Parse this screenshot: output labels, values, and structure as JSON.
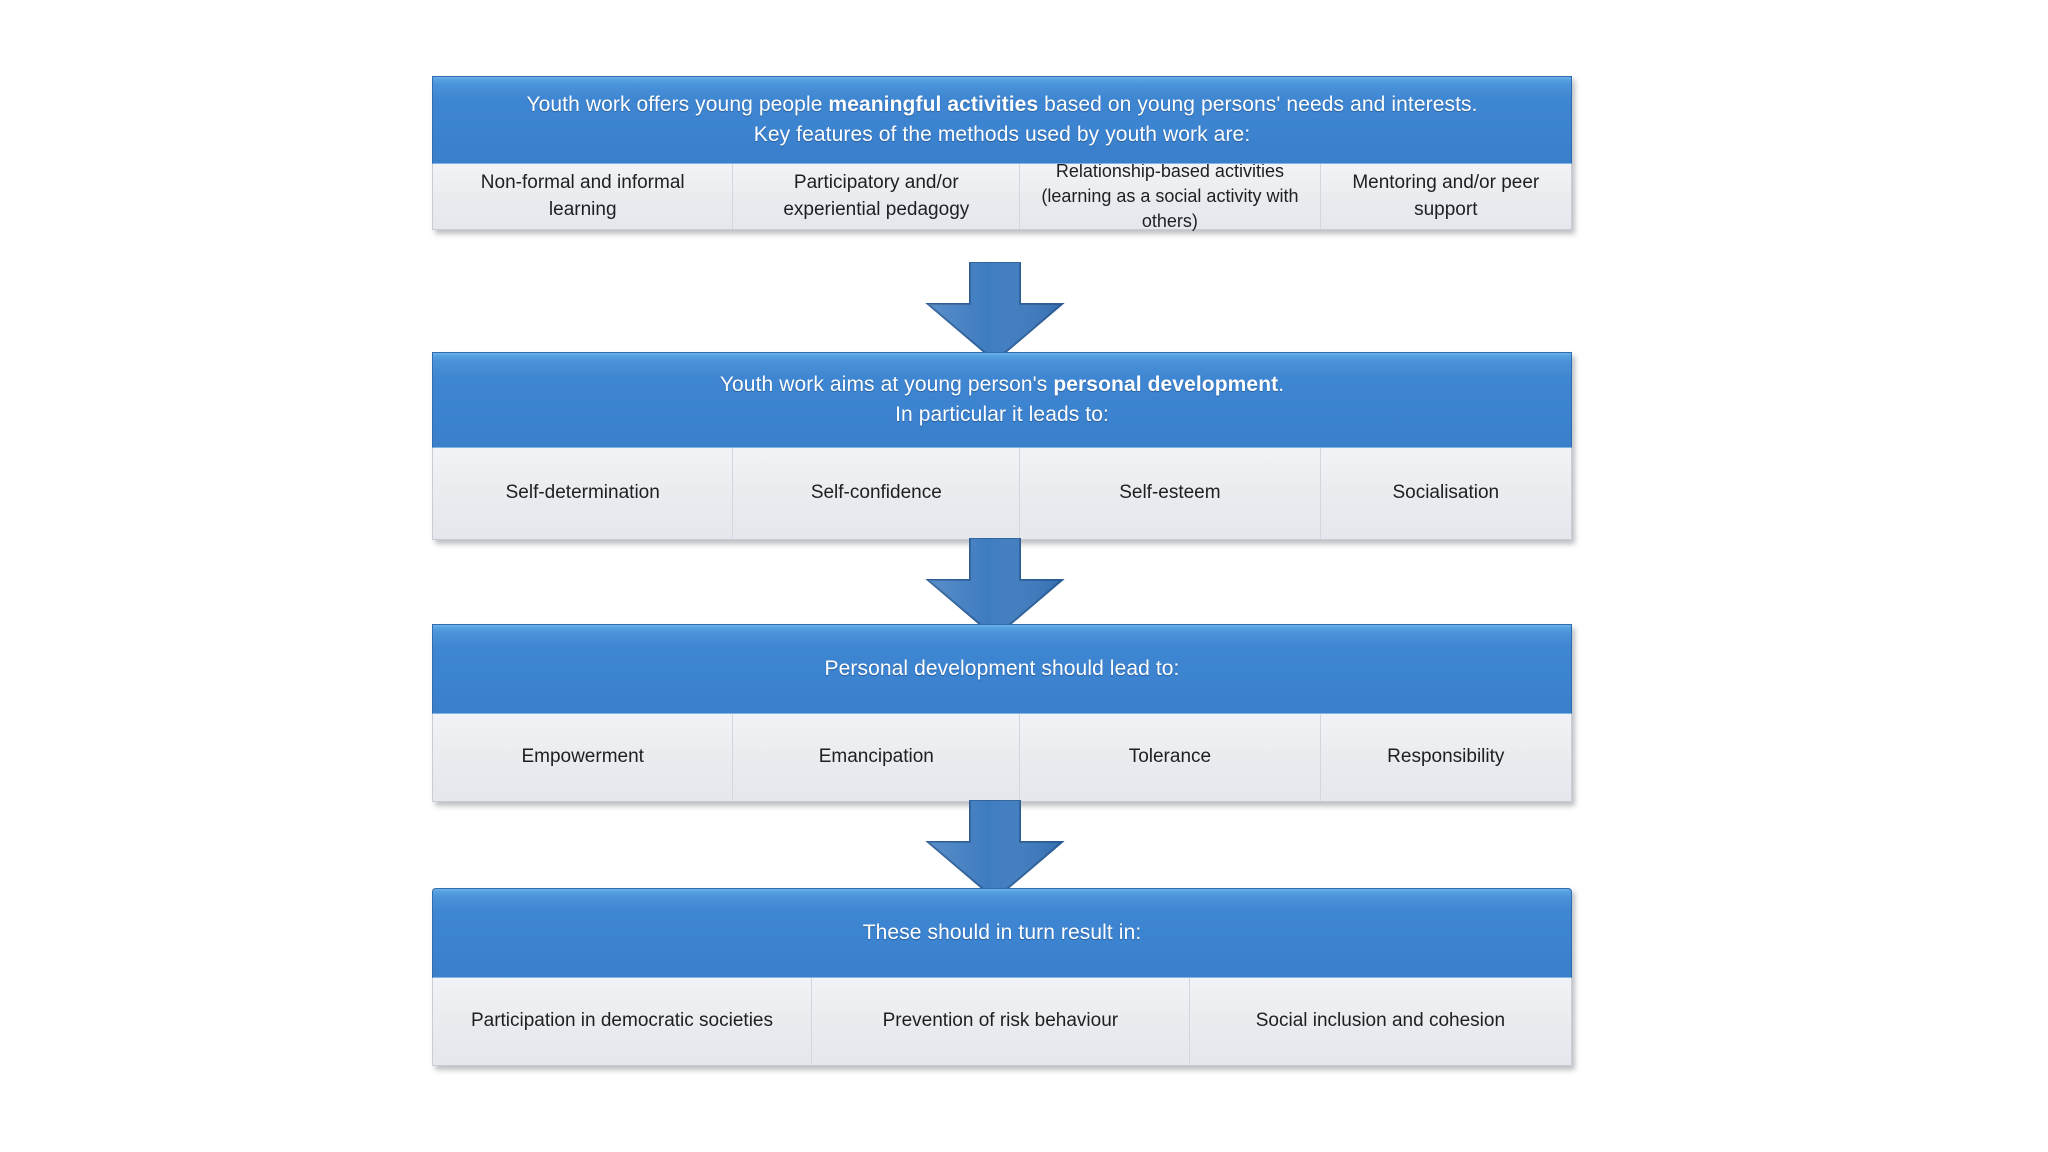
{
  "diagram": {
    "title": "Youth work outcomes flow diagram",
    "colors": {
      "header_blue": "#3f86d2",
      "header_blue_dark": "#2f6cb0",
      "header_highlight": "#6fb0e8",
      "cell_grey": "#eceef2",
      "cell_border": "#d3d6dd",
      "text_dark": "#1e1f22",
      "text_light": "#ffffff",
      "arrow_fill": "#3a79bf",
      "arrow_stroke": "#2b5e99"
    },
    "blocks": [
      {
        "id": "methods",
        "header_lines": [
          {
            "segments": [
              {
                "text": "Youth work offers young people ",
                "bold": false
              },
              {
                "text": "meaningful activities",
                "bold": true
              },
              {
                "text": " based on young persons' needs and interests.",
                "bold": false
              }
            ]
          },
          {
            "segments": [
              {
                "text": "Key features of the methods used by youth work are:",
                "bold": false
              }
            ]
          }
        ],
        "cells": [
          {
            "label": "Non-formal and informal learning",
            "width_pct": 19.3
          },
          {
            "label": "Participatory and/or experiential pedagogy",
            "width_pct": 18.4
          },
          {
            "label": "Relationship-based activities (learning as a social activity with others)",
            "width_pct": 19.3
          },
          {
            "label": "Mentoring and/or peer support",
            "width_pct": 19.0
          }
        ]
      },
      {
        "id": "personal-development",
        "header_lines": [
          {
            "segments": [
              {
                "text": "Youth work aims at young person's ",
                "bold": false
              },
              {
                "text": "personal development",
                "bold": true
              },
              {
                "text": ".",
                "bold": false
              }
            ]
          },
          {
            "segments": [
              {
                "text": "In particular it leads to:",
                "bold": false
              }
            ]
          }
        ],
        "cells": [
          {
            "label": "Self-determination",
            "width_pct": 19.3
          },
          {
            "label": "Self-confidence",
            "width_pct": 18.4
          },
          {
            "label": "Self-esteem",
            "width_pct": 19.3
          },
          {
            "label": "Socialisation",
            "width_pct": 19.0
          }
        ]
      },
      {
        "id": "outcomes",
        "header_lines": [
          {
            "segments": [
              {
                "text": "Personal development should lead to:",
                "bold": false
              }
            ]
          }
        ],
        "cells": [
          {
            "label": "Empowerment",
            "width_pct": 19.3
          },
          {
            "label": "Emancipation",
            "width_pct": 18.4
          },
          {
            "label": "Tolerance",
            "width_pct": 19.3
          },
          {
            "label": "Responsibility",
            "width_pct": 19.0
          }
        ]
      },
      {
        "id": "societal-results",
        "header_lines": [
          {
            "segments": [
              {
                "text": "These should in turn result in:",
                "bold": false
              }
            ]
          }
        ],
        "cells": [
          {
            "label": "Participation in democratic societies",
            "width_pct": 25.5
          },
          {
            "label": "Prevention of risk behaviour",
            "width_pct": 33.2
          },
          {
            "label": "Social inclusion and cohesion",
            "width_pct": 31.0
          }
        ]
      }
    ],
    "arrows": [
      {
        "id": "arrow-1",
        "from": "methods",
        "to": "personal-development"
      },
      {
        "id": "arrow-2",
        "from": "personal-development",
        "to": "outcomes"
      },
      {
        "id": "arrow-3",
        "from": "outcomes",
        "to": "societal-results"
      }
    ]
  }
}
